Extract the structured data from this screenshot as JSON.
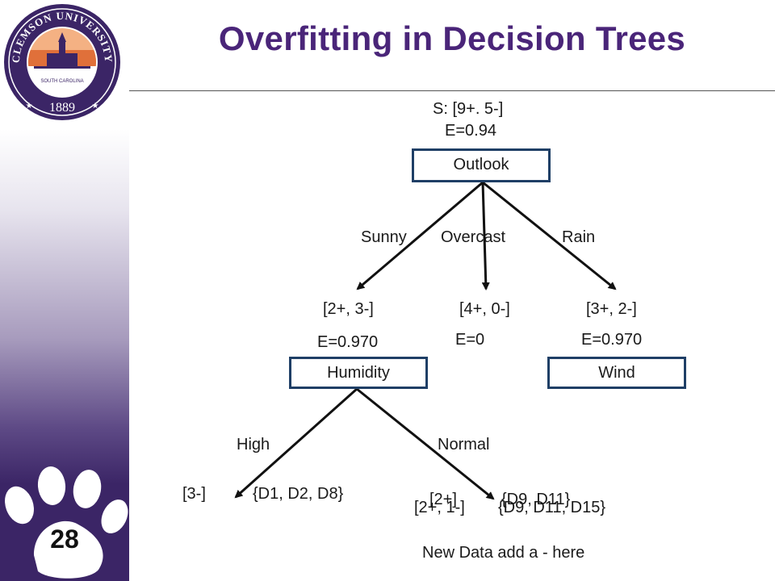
{
  "slide": {
    "title": "Overfitting in Decision Trees",
    "number": "28",
    "logo_text": "CLEMSON UNIVERSITY",
    "logo_subtext": "SOUTH CAROLINA",
    "logo_year": "1889"
  },
  "colors": {
    "title": "#4a2579",
    "node_border": "#1f3f66",
    "brand_purple": "#3b2566",
    "brand_orange": "#e0703a"
  },
  "tree": {
    "root": {
      "set": "S: [9+. 5-]",
      "entropy": "E=0.94",
      "attribute": "Outlook"
    },
    "branches": {
      "sunny": "Sunny",
      "overcast": "Overcast",
      "rain": "Rain"
    },
    "sunny": {
      "counts": "[2+, 3-]",
      "entropy": "E=0.970",
      "attribute": "Humidity"
    },
    "overcast": {
      "counts": "[4+, 0-]",
      "entropy": "E=0"
    },
    "rain": {
      "counts": "[3+, 2-]",
      "entropy": "E=0.970",
      "attribute": "Wind"
    },
    "humidity_branches": {
      "high": "High",
      "normal": "Normal"
    },
    "high_leaf": {
      "counts": "[3-]",
      "examples": "{D1, D2, D8}"
    },
    "normal_leaf_old": {
      "counts": "[2+]",
      "examples": "{D9, D11}"
    },
    "normal_leaf_new": {
      "counts": "[2+, 1-]",
      "examples": "{D9, D11, D15}"
    },
    "note": "New Data add a - here"
  }
}
